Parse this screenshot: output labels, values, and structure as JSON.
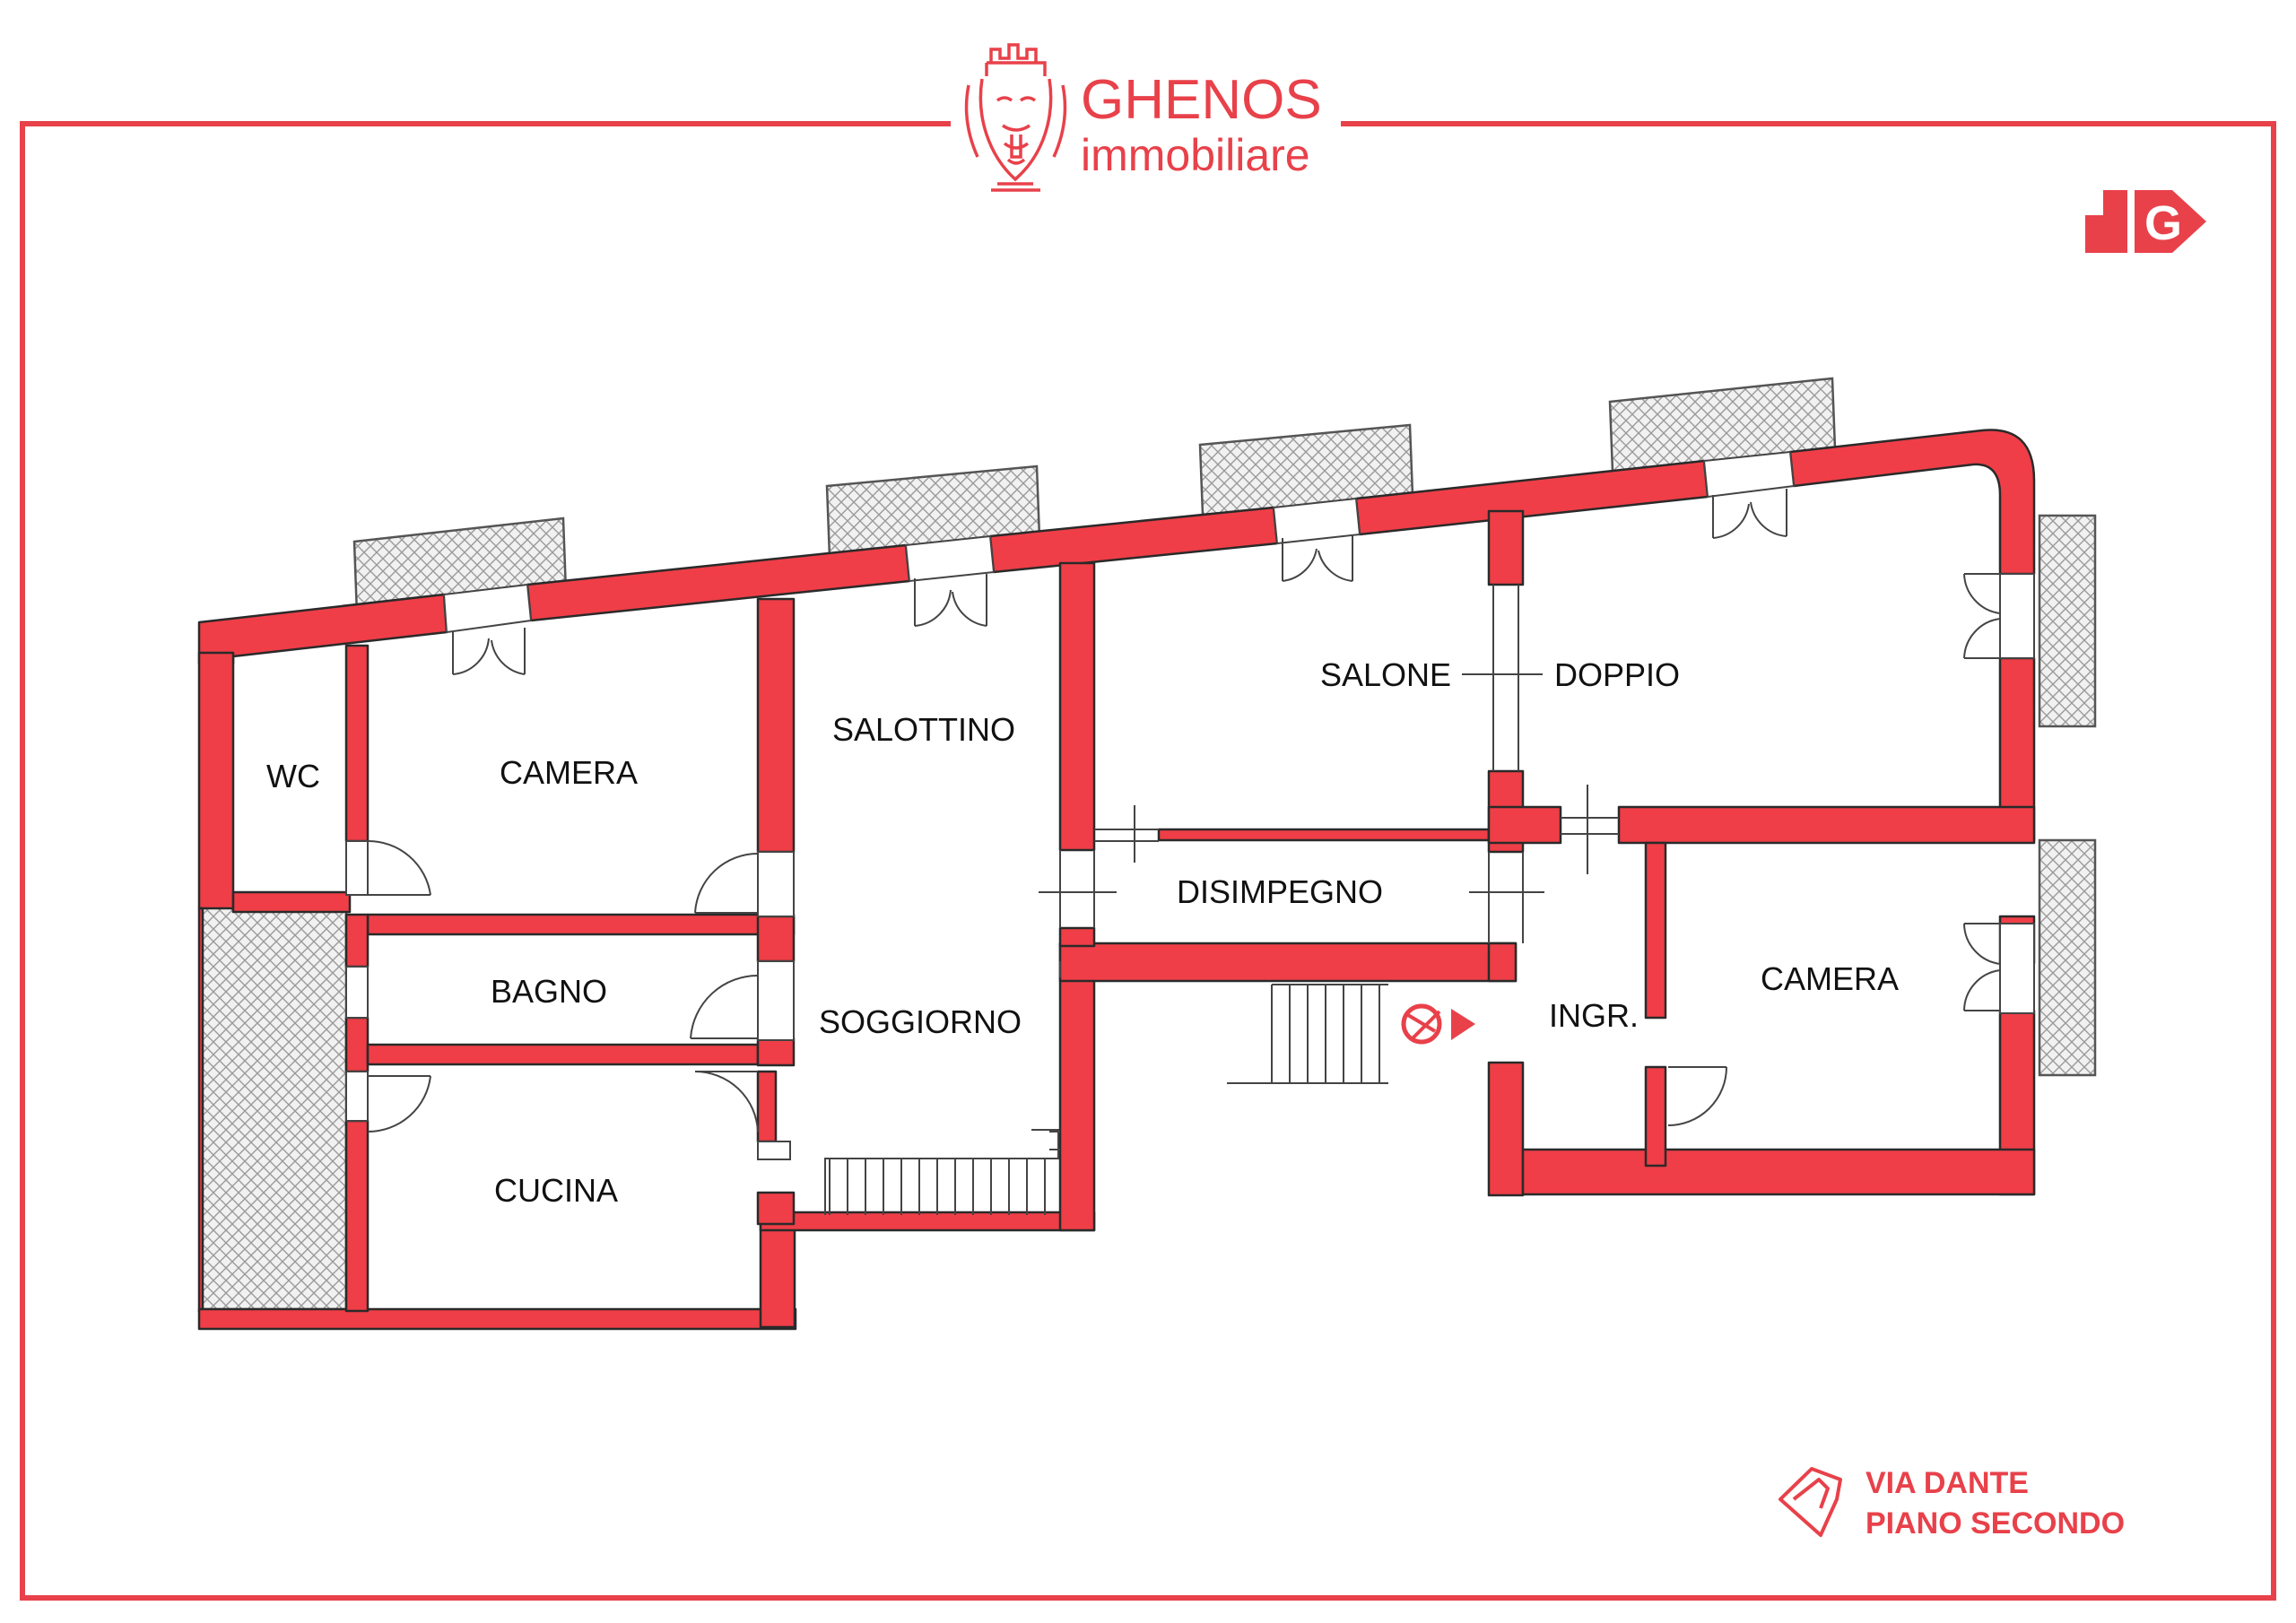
{
  "brand": {
    "name": "GHENOS",
    "subtitle": "immobiliare",
    "badge_letter": "G",
    "accent": "#e8414a",
    "wall": "#ef3e47",
    "border": "#e8414a"
  },
  "address": {
    "street": "VIA DANTE",
    "floor": "PIANO SECONDO"
  },
  "rooms": {
    "wc": "WC",
    "camera_left": "CAMERA",
    "salottino": "SALOTTINO",
    "salone": "SALONE",
    "doppio": "DOPPIO",
    "bagno": "BAGNO",
    "soggiorno": "SOGGIORNO",
    "cucina": "CUCINA",
    "disimpegno": "DISIMPEGNO",
    "ingresso": "INGR.",
    "camera_right": "CAMERA"
  },
  "icons": {
    "logo": "castle-king-logo-icon",
    "badge": "energy-class-arrow-icon",
    "address": "location-tag-icon",
    "entrance": "entrance-person-arrow-icon"
  }
}
